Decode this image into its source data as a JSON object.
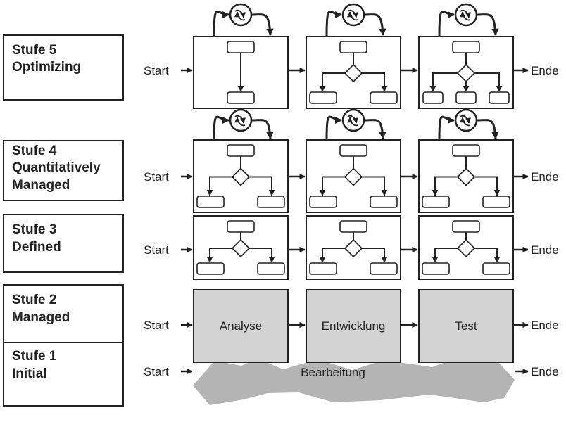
{
  "levels": [
    {
      "id": "stufe-5",
      "line1": "Stufe 5",
      "line2": "Optimizing",
      "line3": ""
    },
    {
      "id": "stufe-4",
      "line1": "Stufe 4",
      "line2": "Quantitatively",
      "line3": "Managed"
    },
    {
      "id": "stufe-3",
      "line1": "Stufe 3",
      "line2": "Defined",
      "line3": ""
    },
    {
      "id": "stufe-2",
      "line1": "Stufe 2",
      "line2": "Managed",
      "line3": ""
    },
    {
      "id": "stufe-1",
      "line1": "Stufe 1",
      "line2": "Initial",
      "line3": ""
    }
  ],
  "flow": {
    "start": "Start",
    "end": "Ende"
  },
  "stufe2_phases": [
    "Analyse",
    "Entwicklung",
    "Test"
  ],
  "stufe1_phase": "Bearbeitung",
  "colors": {
    "line": "#222222",
    "phase_fill": "#d3d3d3",
    "cloud_fill": "#b4b4b4"
  },
  "icons": {
    "feedback": "feedback-loop-icon"
  }
}
